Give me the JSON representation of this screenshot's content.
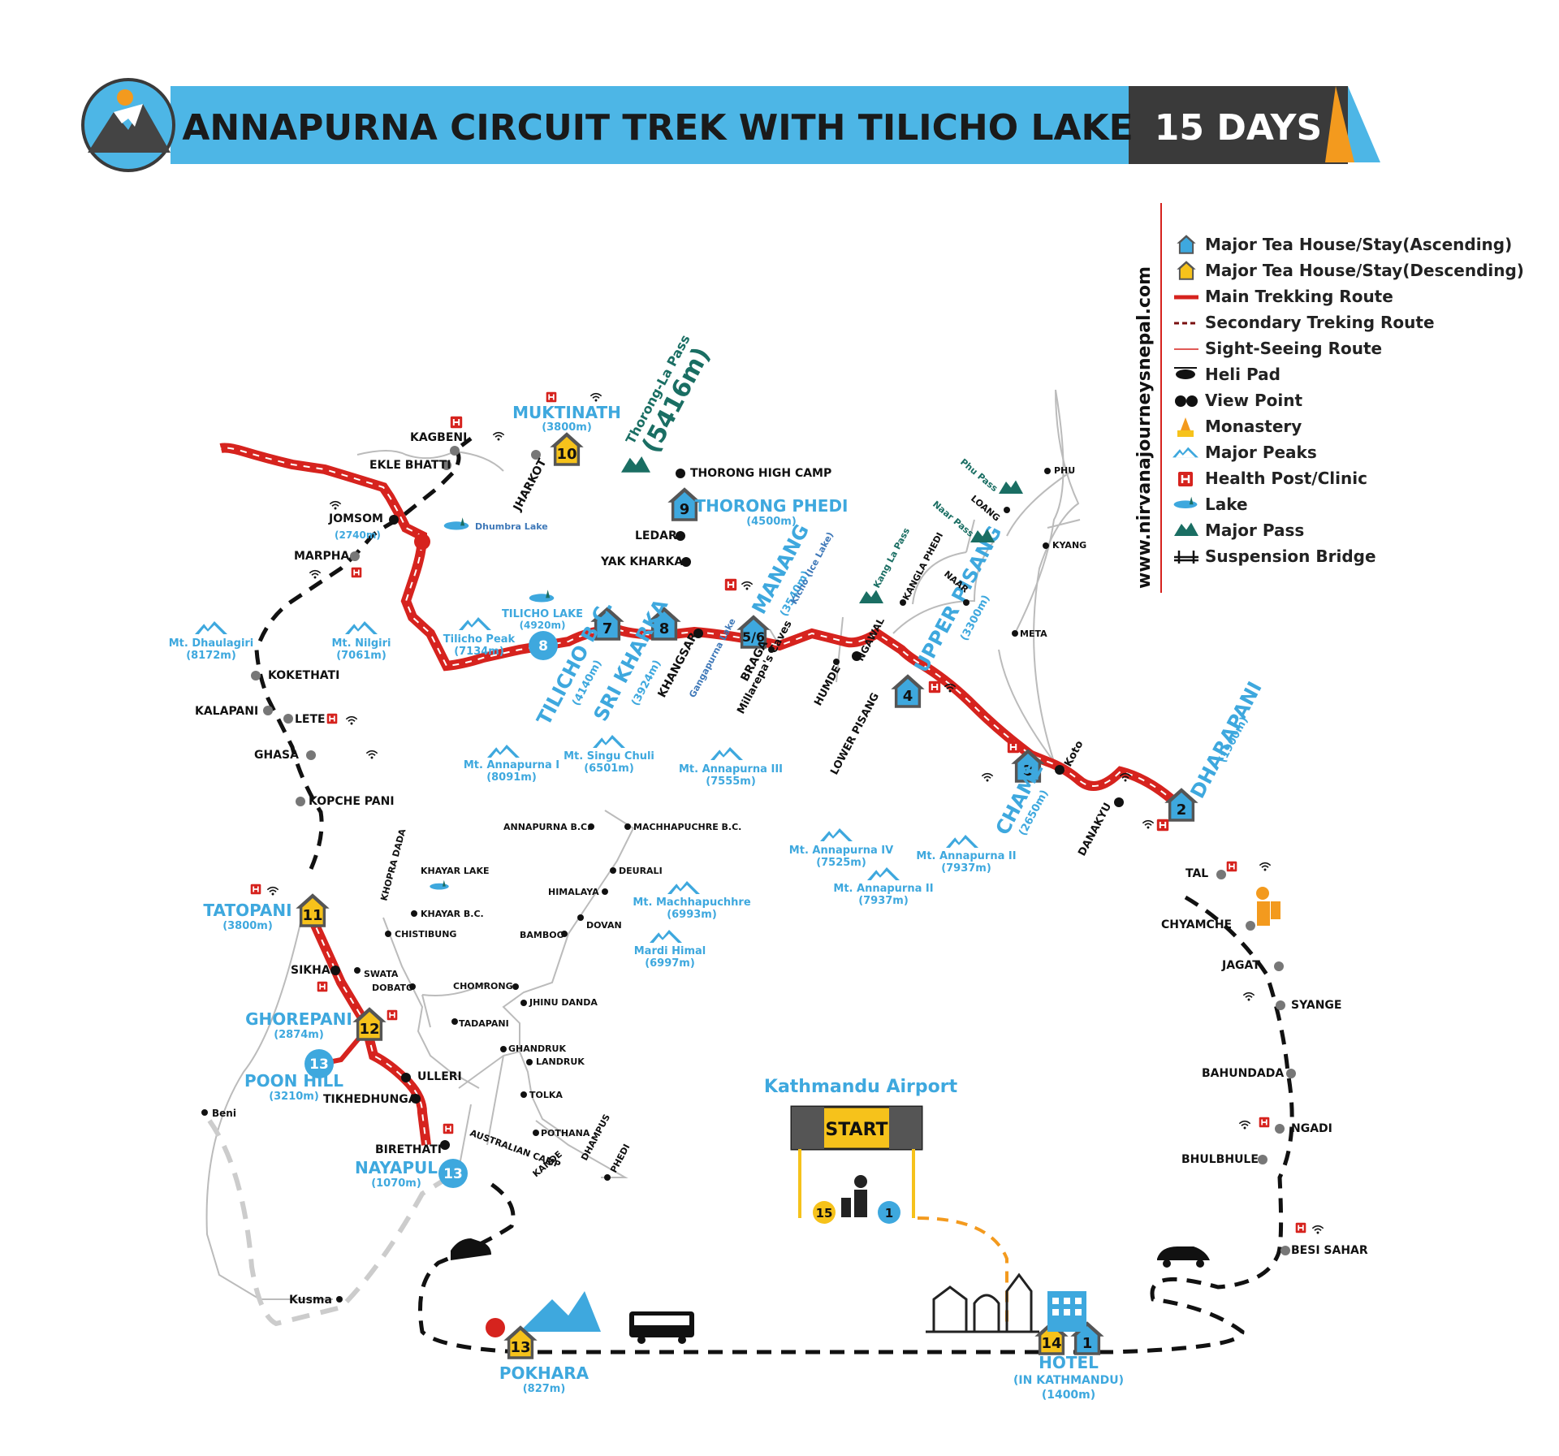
{
  "header": {
    "title": "ANNAPURNA CIRCUIT TREK WITH TILICHO LAKE",
    "days": "15 DAYS",
    "website": "www.nirvanajourneysnepal.com",
    "colors": {
      "banner": "#4db6e6",
      "dark": "#3a3a3a",
      "red": "#d6231e",
      "blue": "#3ea8de",
      "yellow": "#f6c21b"
    }
  },
  "legend": {
    "items": [
      {
        "icon": "house-ascending-icon",
        "label": "Major Tea House/Stay(Ascending)"
      },
      {
        "icon": "house-descending-icon",
        "label": "Major Tea House/Stay(Descending)"
      },
      {
        "icon": "main-route-icon",
        "label": "Main Trekking Route"
      },
      {
        "icon": "secondary-route-icon",
        "label": "Secondary Treking Route"
      },
      {
        "icon": "sightseeing-route-icon",
        "label": "Sight-Seeing Route"
      },
      {
        "icon": "helipad-icon",
        "label": "Heli Pad"
      },
      {
        "icon": "binoculars-icon",
        "label": "View Point"
      },
      {
        "icon": "monastery-icon",
        "label": "Monastery"
      },
      {
        "icon": "peaks-icon",
        "label": "Major Peaks"
      },
      {
        "icon": "health-post-icon",
        "label": "Health Post/Clinic"
      },
      {
        "icon": "lake-icon",
        "label": "Lake"
      },
      {
        "icon": "pass-icon",
        "label": "Major Pass"
      },
      {
        "icon": "bridge-icon",
        "label": "Suspension Bridge"
      }
    ]
  },
  "stops": {
    "s1": {
      "num": "1",
      "name": "HOTEL",
      "sub": "(IN KATHMANDU)",
      "elev": "(1400m)"
    },
    "s2": {
      "num": "2",
      "name": "DHARAPANI",
      "elev": "(1900m)"
    },
    "s3": {
      "num": "3",
      "name": "CHAME",
      "elev": "(2650m)"
    },
    "s4": {
      "num": "4",
      "name": "UPPER PISANG",
      "elev": "(3300m)"
    },
    "s56": {
      "num": "5/6",
      "name": "MANANG",
      "elev": "(3540m)"
    },
    "s7": {
      "num": "7",
      "name": "TILICHO B.C.",
      "elev": "(4140m)"
    },
    "s8": {
      "num": "8",
      "name": "SRI KHARKA",
      "elev": "(3924m)"
    },
    "s8lake": {
      "num": "8",
      "name": "TILICHO LAKE",
      "elev": "(4920m)"
    },
    "s9": {
      "num": "9",
      "name": "THORONG PHEDI",
      "elev": "(4500m)"
    },
    "s10": {
      "num": "10",
      "name": "MUKTINATH",
      "elev": "(3800m)"
    },
    "s11": {
      "num": "11",
      "name": "TATOPANI",
      "elev": "(3800m)"
    },
    "s12": {
      "num": "12",
      "name": "GHOREPANI",
      "elev": "(2874m)"
    },
    "s13poon": {
      "num": "13",
      "name": "POON HILL",
      "elev": "(3210m)"
    },
    "s13nay": {
      "num": "13",
      "name": "NAYAPUL",
      "elev": "(1070m)"
    },
    "s13pok": {
      "num": "13",
      "name": "POKHARA",
      "elev": "(827m)"
    },
    "s14": {
      "num": "14"
    },
    "s15": {
      "num": "15"
    }
  },
  "pass": {
    "name": "Thorong-La Pass",
    "elev": "(5416m)"
  },
  "airport": {
    "title": "Kathmandu Airport",
    "start": "START"
  },
  "places": {
    "thorong_high_camp": "THORONG HIGH CAMP",
    "ledar": "LEDAR",
    "yak_kharka": "YAK KHARKA",
    "khangsar": "KHANGSAR",
    "braga": "BRAGA",
    "millarepa": "Millarepa's Caves",
    "gangapurna": "Gangapurna Lake",
    "kicho": "Kicho (Ice Lake)",
    "humde": "HUMDE",
    "ngawal": "NGAWAL",
    "lower_pisang": "LOWER PISANG",
    "koto": "Koto",
    "danakyu": "DANAKYU",
    "tal": "TAL",
    "chyamche": "CHYAMCHE",
    "jagat": "JAGAT",
    "syange": "SYANGE",
    "bahundada": "BAHUNDADA",
    "ngadi": "NGADI",
    "bhulbhule": "BHULBHULE",
    "besi_sahar": "BESI SAHAR",
    "kagbeni": "KAGBENI",
    "ekle_bhatti": "EKLE BHATTI",
    "jharkot": "JHARKOT",
    "jomsom": "JOMSOM",
    "jomsom_elev": "(2740m)",
    "dhumbra": "Dhumbra Lake",
    "marpha": "MARPHA",
    "koketh": "KOKETHATI",
    "kalapani": "KALAPANI",
    "lete": "LETE",
    "ghasa": "GHASA",
    "kopche": "KOPCHE PANI",
    "sikha": "SIKHA",
    "ulleri": "ULLERI",
    "tikhedhunga": "TIKHEDHUNGA",
    "birethati": "BIRETHATI",
    "beni": "Beni",
    "kusma": "Kusma",
    "phu": "PHU",
    "loang": "LOANG",
    "kyang": "KYANG",
    "phu_pass": "Phu Pass",
    "naar_pass": "Naar Pass",
    "kang_la": "Kang La Pass",
    "kangla_phedi": "KANGLA PHEDI",
    "naar": "NAAR",
    "meta": "META",
    "khopra": "KHOPRA DADA",
    "khayar_lake": "KHAYAR LAKE",
    "khayar_bc": "KHAYAR B.C.",
    "chistibung": "CHISTIBUNG",
    "swata": "SWATA",
    "dobato": "DOBATO",
    "tadapani": "TADAPANI",
    "chomrong": "CHOMRONG",
    "jhinu": "JHINU DANDA",
    "ghandruk": "GHANDRUK",
    "landruk": "LANDRUK",
    "tolka": "TOLKA",
    "pothana": "POTHANA",
    "dhampus": "DHAMPUS",
    "phedi": "PHEDI",
    "kande": "KANDE",
    "australian": "AUSTRALIAN CAMP",
    "abc": "ANNAPURNA B.C.",
    "mbc": "MACHHAPUCHRE B.C.",
    "deurali": "DEURALI",
    "himalaya": "HIMALAYA",
    "dovan": "DOVAN",
    "bamboo": "BAMBOO"
  },
  "peaks": [
    {
      "name": "Tilicho Peak",
      "elev": "(7134m)"
    },
    {
      "name": "Mt. Dhaulagiri",
      "elev": "(8172m)"
    },
    {
      "name": "Mt. Nilgiri",
      "elev": "(7061m)"
    },
    {
      "name": "Mt. Annapurna I",
      "elev": "(8091m)"
    },
    {
      "name": "Mt. Singu Chuli",
      "elev": "(6501m)"
    },
    {
      "name": "Mt. Annapurna III",
      "elev": "(7555m)"
    },
    {
      "name": "Mt. Annapurna IV",
      "elev": "(7525m)"
    },
    {
      "name": "Mt. Annapurna II",
      "elev": "(7937m)"
    },
    {
      "name": "Mt. Annapurna II",
      "elev": "(7937m)"
    },
    {
      "name": "Mt. Machhapuchhre",
      "elev": "(6993m)"
    },
    {
      "name": "Mardi Himal",
      "elev": "(6997m)"
    }
  ]
}
